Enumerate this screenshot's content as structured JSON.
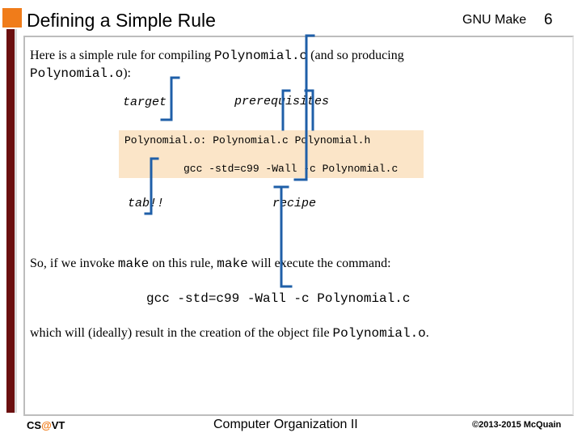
{
  "header": {
    "title": "Defining a Simple Rule",
    "right": "GNU Make",
    "page_number": "6"
  },
  "body": {
    "intro_1": "Here is a simple rule for compiling ",
    "intro_file_c": "Polynomial.c",
    "intro_2": " (and so producing",
    "intro_file_o": "Polynomial.o",
    "intro_3": "):",
    "label_target": "target",
    "label_prerequisites": "prerequisites",
    "code_line1": "Polynomial.o: Polynomial.c Polynomial.h",
    "code_line2": "gcc -std=c99 -Wall -c Polynomial.c",
    "label_tab": "tab!!",
    "label_recipe": "recipe",
    "so_1": "So, if we invoke ",
    "so_make1": "make",
    "so_2": " on this rule, ",
    "so_make2": "make",
    "so_3": " will execute the command:",
    "command": "gcc -std=c99 -Wall -c Polynomial.c",
    "which_1": "which will (ideally) result in the creation of the object file ",
    "which_file": "Polynomial.o",
    "which_2": "."
  },
  "footer": {
    "left_prefix": "CS",
    "left_at": "@",
    "left_suffix": "VT",
    "center": "Computer Organization II",
    "right": "©2013-2015 McQuain"
  },
  "colors": {
    "title_square": "#f07c1a",
    "left_bar": "#6b0f0f",
    "code_bg": "#fbe5c8",
    "bracket": "#1f5fa8",
    "footer_at": "#f07c1a"
  }
}
